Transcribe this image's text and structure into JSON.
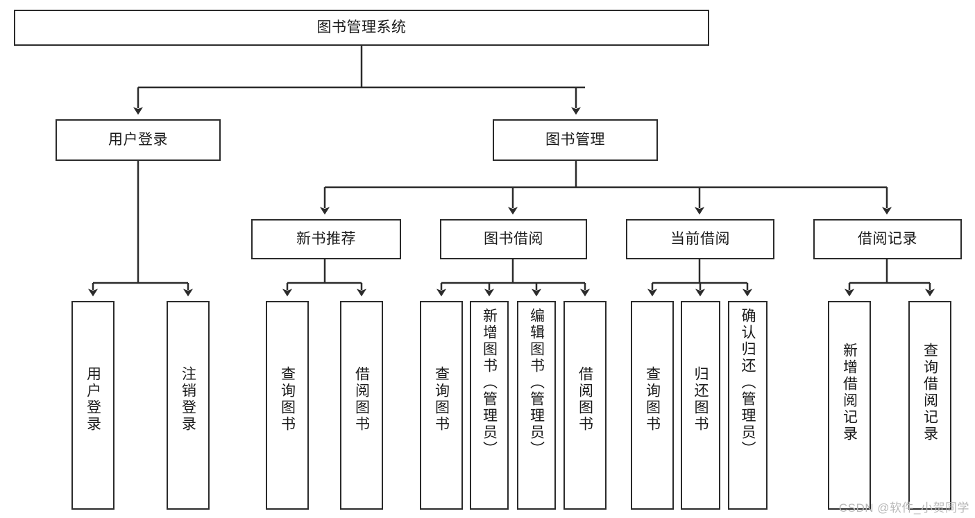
{
  "diagram": {
    "type": "hierarchy-tree",
    "title": "图书管理系统",
    "watermark": "CSDN @软件_小贺同学",
    "root": {
      "id": "root",
      "label": "图书管理系统"
    },
    "level2": [
      {
        "id": "user-login",
        "label": "用户登录"
      },
      {
        "id": "book-manage",
        "label": "图书管理"
      }
    ],
    "level3": [
      {
        "id": "new-book-recommend",
        "label": "新书推荐",
        "parent": "book-manage"
      },
      {
        "id": "book-borrow",
        "label": "图书借阅",
        "parent": "book-manage"
      },
      {
        "id": "current-borrow",
        "label": "当前借阅",
        "parent": "book-manage"
      },
      {
        "id": "borrow-record",
        "label": "借阅记录",
        "parent": "book-manage"
      }
    ],
    "leaves": [
      {
        "id": "leaf-user-login",
        "label": "用户登录",
        "parent": "user-login"
      },
      {
        "id": "leaf-logout",
        "label": "注销登录",
        "parent": "user-login"
      },
      {
        "id": "leaf-query-book-1",
        "label": "查询图书",
        "parent": "new-book-recommend"
      },
      {
        "id": "leaf-borrow-book-1",
        "label": "借阅图书",
        "parent": "new-book-recommend"
      },
      {
        "id": "leaf-query-book-2",
        "label": "查询图书",
        "parent": "book-borrow"
      },
      {
        "id": "leaf-add-book",
        "label": "新增图书（管理员）",
        "parent": "book-borrow"
      },
      {
        "id": "leaf-edit-book",
        "label": "编辑图书（管理员）",
        "parent": "book-borrow"
      },
      {
        "id": "leaf-borrow-book-2",
        "label": "借阅图书",
        "parent": "book-borrow"
      },
      {
        "id": "leaf-query-book-3",
        "label": "查询图书",
        "parent": "current-borrow"
      },
      {
        "id": "leaf-return-book",
        "label": "归还图书",
        "parent": "current-borrow"
      },
      {
        "id": "leaf-confirm-return",
        "label": "确认归还（管理员）",
        "parent": "current-borrow"
      },
      {
        "id": "leaf-add-record",
        "label": "新增借阅记录",
        "parent": "borrow-record"
      },
      {
        "id": "leaf-query-record",
        "label": "查询借阅记录",
        "parent": "borrow-record"
      }
    ],
    "colors": {
      "stroke": "#2b2b2b",
      "background": "#ffffff",
      "text": "#1a1a1a",
      "watermark": "#b8b8b8"
    }
  }
}
